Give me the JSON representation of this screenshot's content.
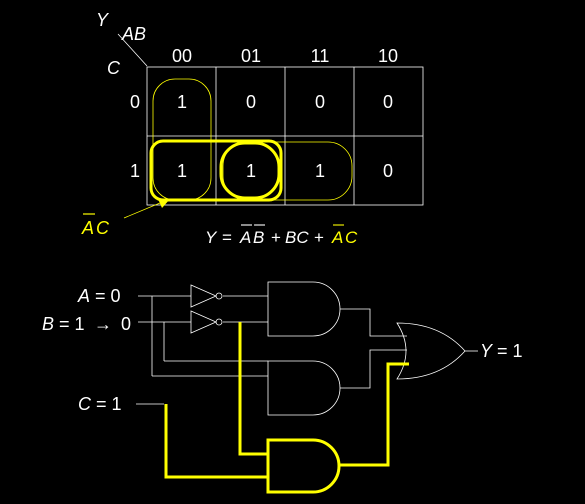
{
  "kmap": {
    "corner_output": "Y",
    "corner_cols": "AB",
    "corner_rows": "C",
    "col_headers": [
      "00",
      "01",
      "11",
      "10"
    ],
    "row_headers": [
      "0",
      "1"
    ],
    "cells": [
      [
        "1",
        "0",
        "0",
        "0"
      ],
      [
        "1",
        "1",
        "1",
        "0"
      ]
    ],
    "pointer_label": {
      "bar": "A",
      "rest": "C"
    }
  },
  "equation": {
    "lhs": "Y",
    "eq": "=",
    "t1": {
      "a": "A",
      "b": "B"
    },
    "plus1": "+",
    "t2": "BC",
    "plus2": "+",
    "t3": {
      "a": "A",
      "c": "C"
    }
  },
  "circuit": {
    "input_a": {
      "name": "A",
      "value": "0",
      "sep": " = "
    },
    "input_b": {
      "name": "B",
      "value": "1",
      "arrow": "→",
      "new_value": "0",
      "sep": " = "
    },
    "input_c": {
      "name": "C",
      "value": "1",
      "sep": " = "
    },
    "output_y": {
      "name": "Y",
      "value": "1",
      "sep": " = "
    }
  },
  "colors": {
    "background": "#000000",
    "lines": "#ffffff",
    "highlight": "#ffff00"
  }
}
